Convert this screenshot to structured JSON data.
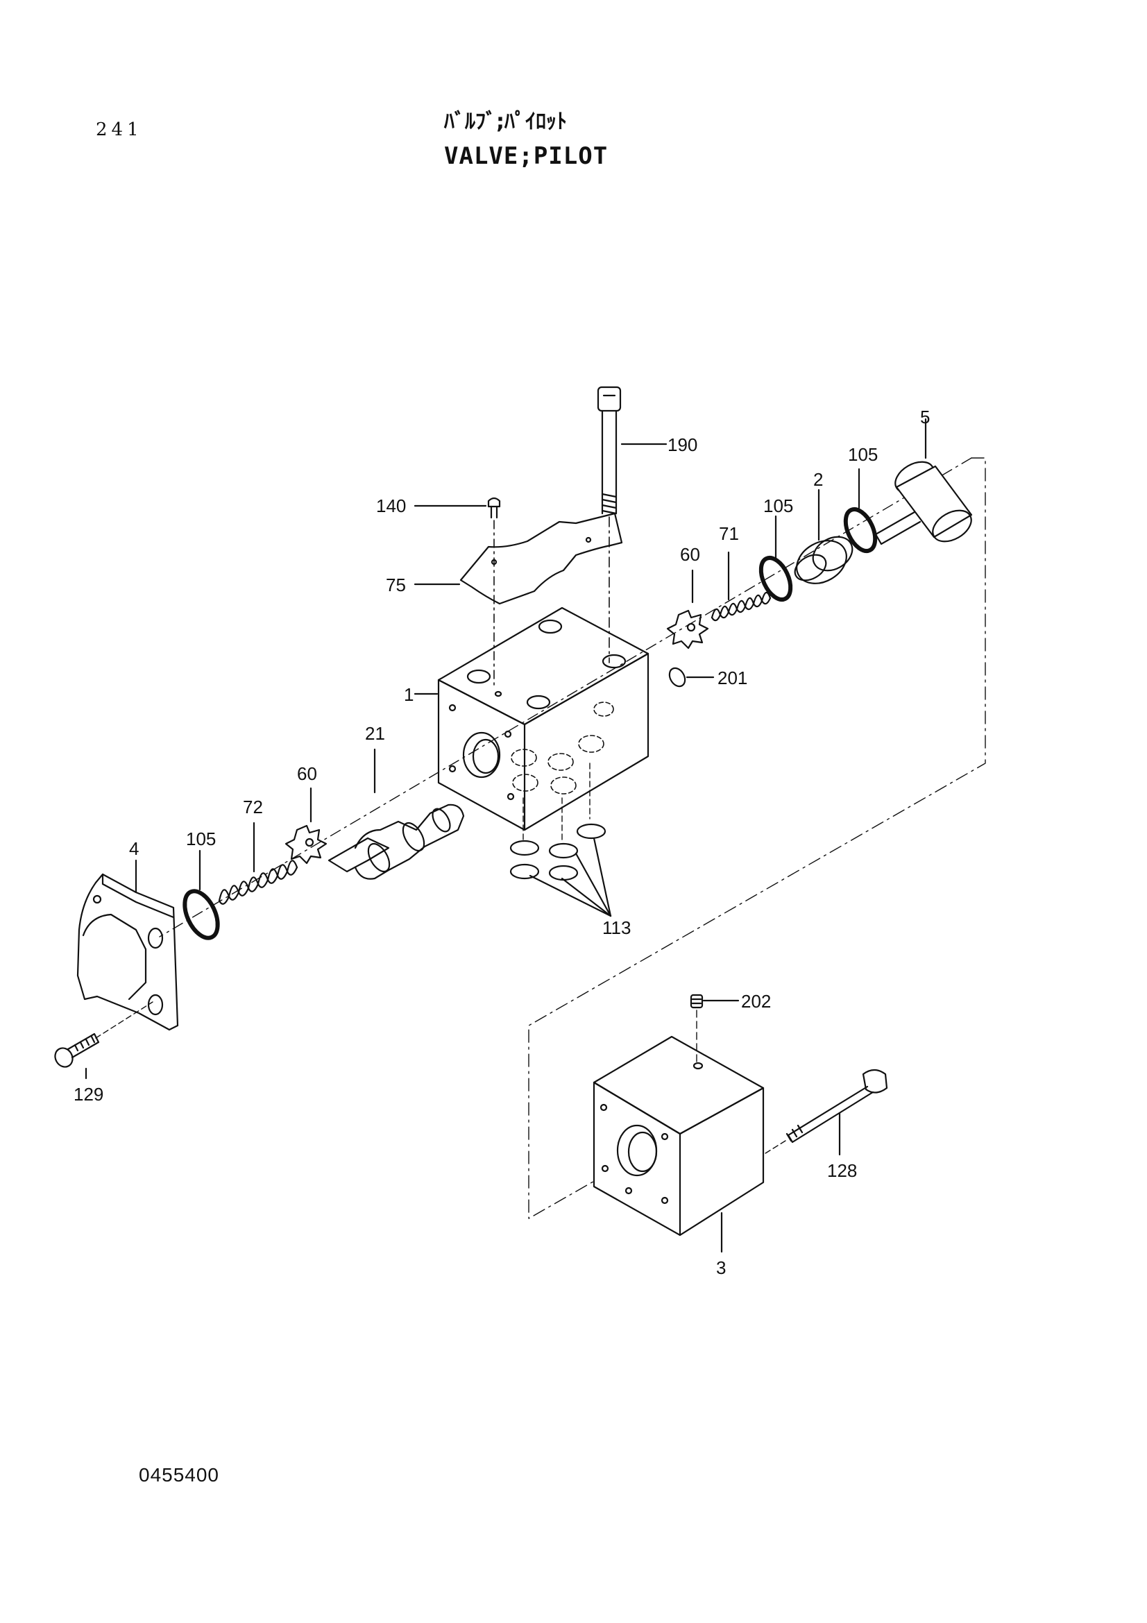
{
  "header": {
    "page_number": "241",
    "title_jp": "ﾊﾞﾙﾌﾞ;ﾊﾟｲﾛｯﾄ",
    "title_en": "VALVE;PILOT"
  },
  "footer": {
    "drawing_number": "0455400"
  },
  "callouts": {
    "c190": "190",
    "c140": "140",
    "c75": "75",
    "c1": "1",
    "c5": "5",
    "c105a": "105",
    "c2": "2",
    "c105b": "105",
    "c71": "71",
    "c60a": "60",
    "c201": "201",
    "c21": "21",
    "c60b": "60",
    "c72": "72",
    "c105c": "105",
    "c4": "4",
    "c113": "113",
    "c129": "129",
    "c202": "202",
    "c128": "128",
    "c3": "3"
  }
}
